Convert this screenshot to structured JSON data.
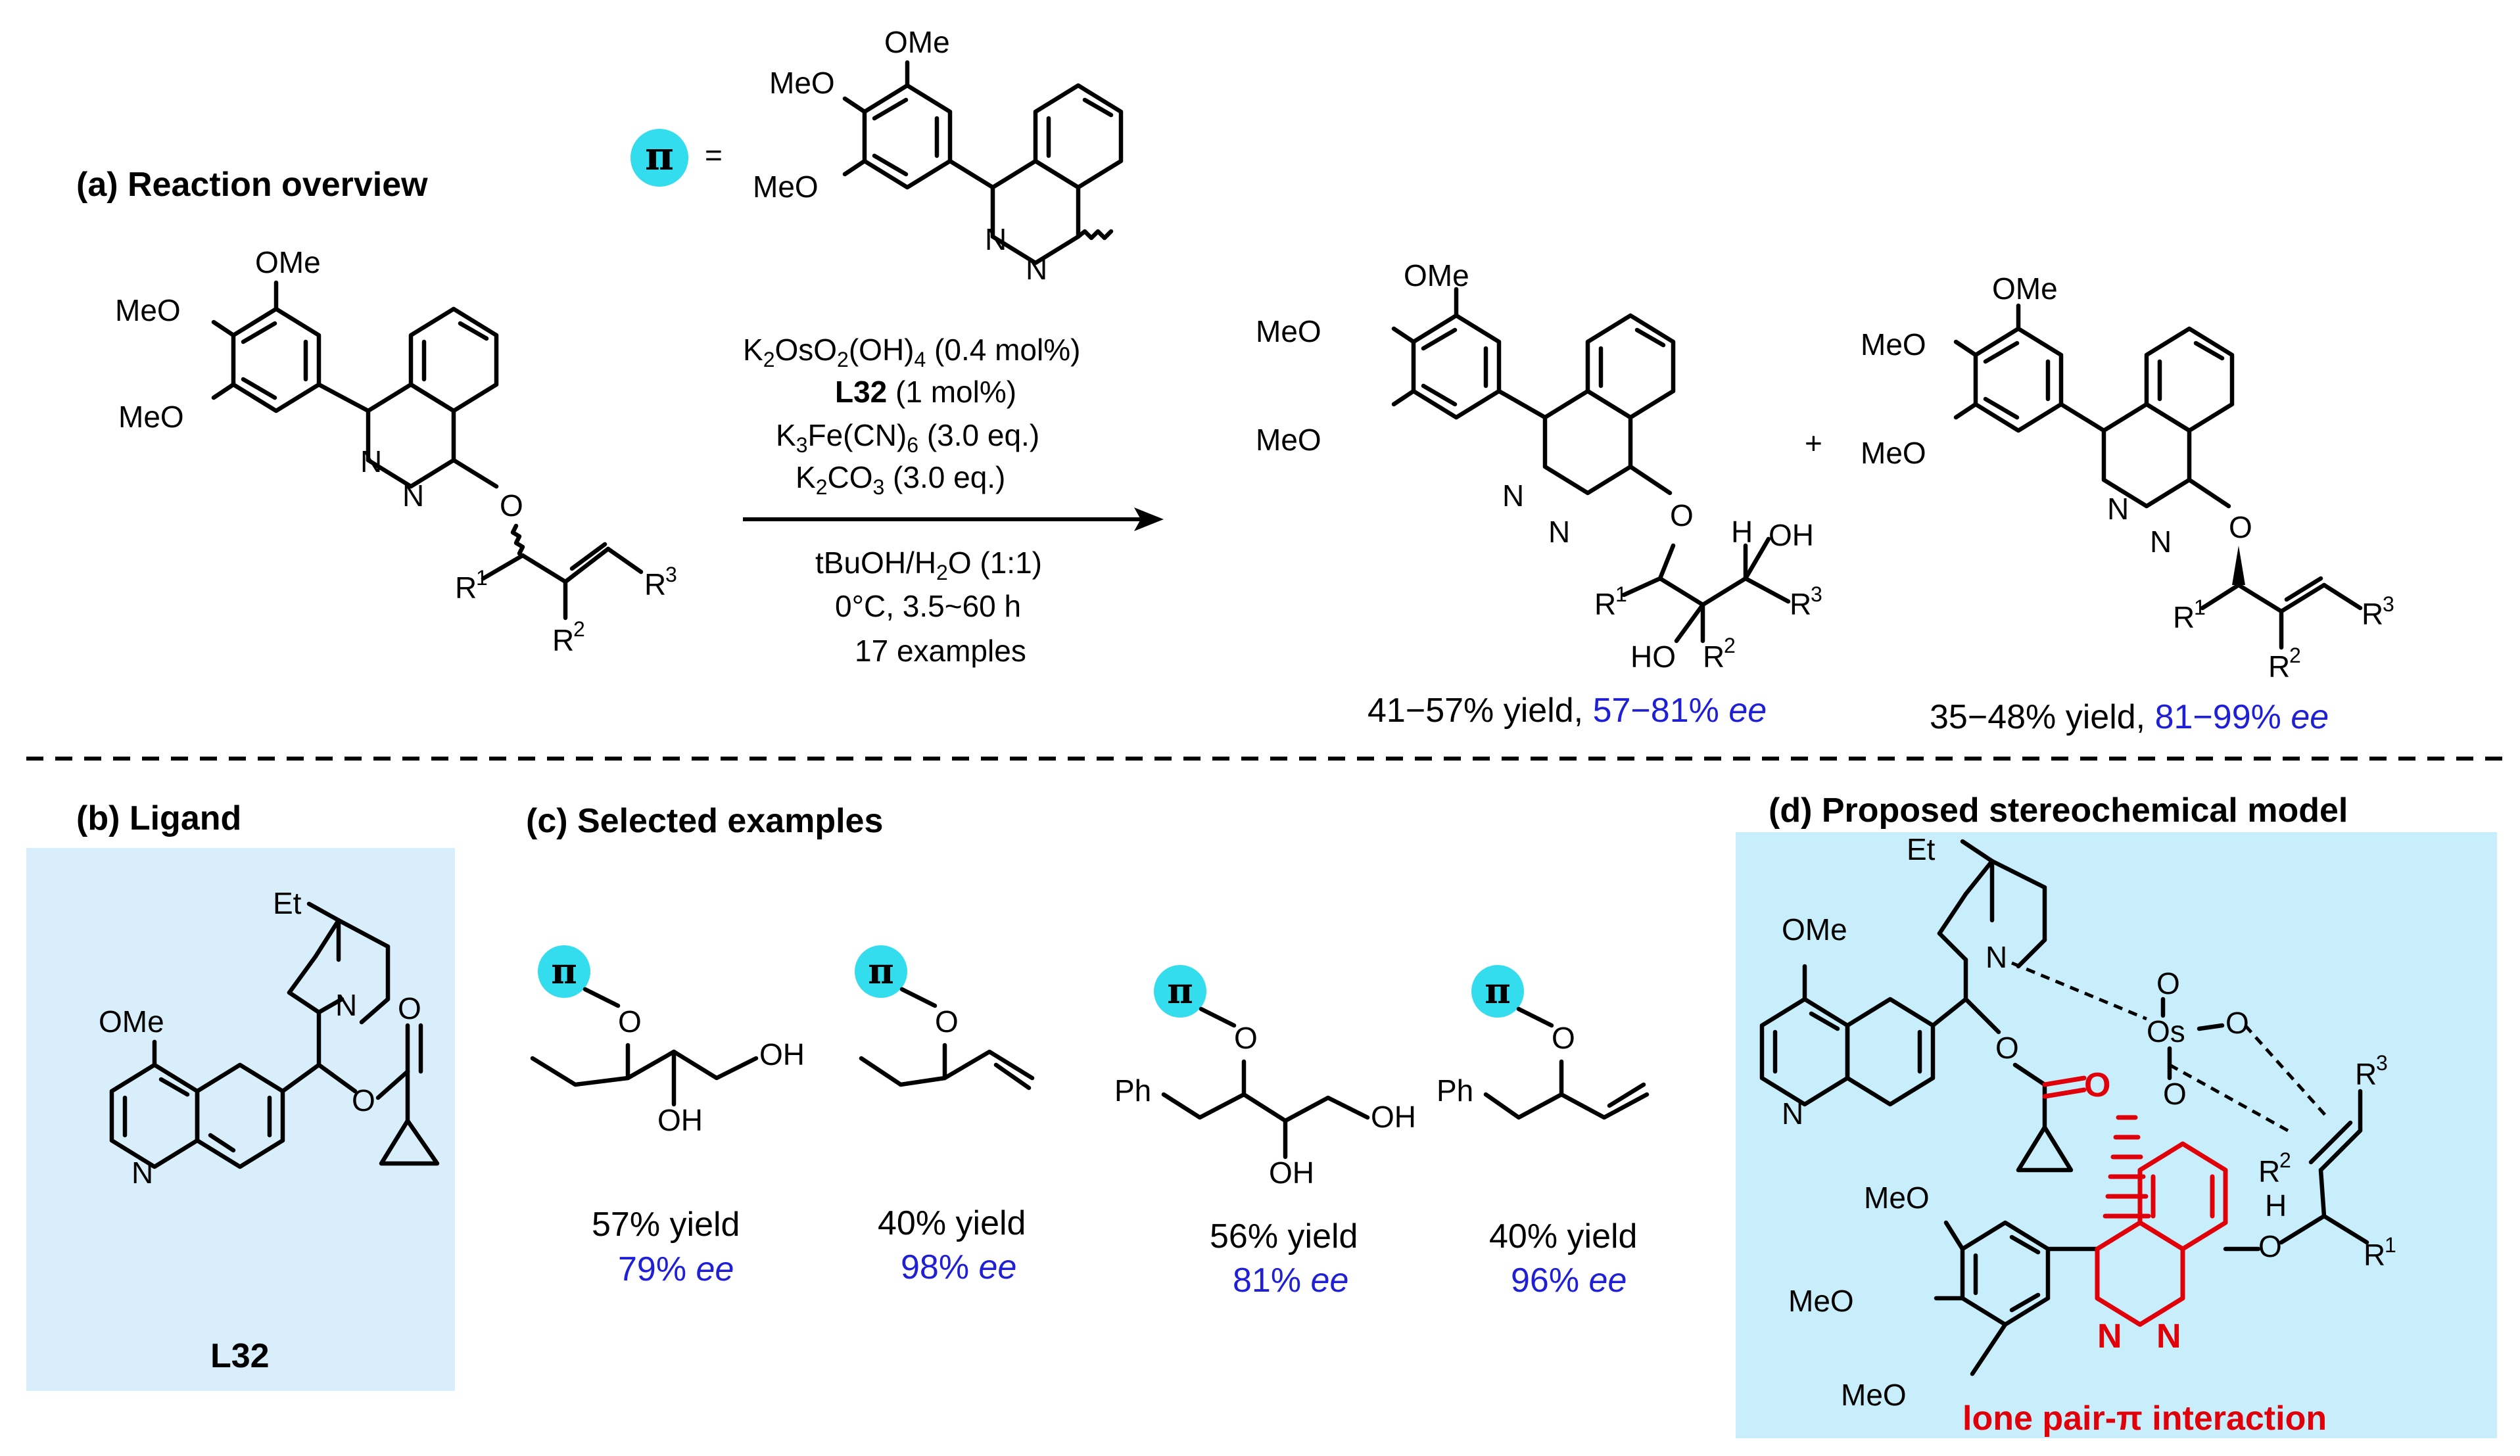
{
  "colors": {
    "panel_bg": "#d9eefb",
    "model_bg": "#c8eefb",
    "pi_circle": "#33ddee",
    "ee_blue": "#1f1fd6",
    "highlight_red": "#e0000a"
  },
  "panel_a": {
    "title": "(a) Reaction overview",
    "pi_symbol": "π",
    "equals": "=",
    "substituents": {
      "ome": "OMe",
      "meo": "MeO",
      "o": "O",
      "n": "N",
      "ho": "HO",
      "oh": "OH",
      "h": "H"
    },
    "r_labels": {
      "r1_base": "R",
      "r1_sup": "1",
      "r2_base": "R",
      "r2_sup": "2",
      "r3_base": "R",
      "r3_sup": "3"
    },
    "conditions": {
      "line1_a": "K",
      "line1_sub1": "2",
      "line1_b": "OsO",
      "line1_sub2": "2",
      "line1_c": "(OH)",
      "line1_sub3": "4",
      "line1_d": " (0.4 mol%)",
      "line2_bold": "L32",
      "line2_rest": "  (1 mol%)",
      "line3_a": "K",
      "line3_sub1": "3",
      "line3_b": "Fe(CN)",
      "line3_sub2": "6",
      "line3_c": " (3.0 eq.)",
      "line4_a": "K",
      "line4_sub1": "2",
      "line4_b": "CO",
      "line4_sub2": "3",
      "line4_c": " (3.0 eq.)",
      "line5_a": "tBuOH/H",
      "line5_sub": "2",
      "line5_b": "O (1:1)",
      "line6": "0°C, 3.5~60 h",
      "line7": "17 examples"
    },
    "plus": "+",
    "product1_yield": "41−57% yield, ",
    "product1_ee_value": "57−81% ",
    "product1_ee_unit": "ee",
    "product2_yield": "35−48% yield, ",
    "product2_ee_value": "81−99% ",
    "product2_ee_unit": "ee"
  },
  "panel_b": {
    "title": "(b) Ligand",
    "ligand_name": "L32",
    "labels": {
      "et": "Et",
      "ome": "OMe",
      "n": "N",
      "o": "O"
    }
  },
  "panel_c": {
    "title": "(c) Selected examples",
    "ph": "Ph",
    "o": "O",
    "oh": "OH",
    "examples": [
      {
        "yield": "57% yield",
        "ee_value": "79% ",
        "ee_unit": "ee"
      },
      {
        "yield": "40% yield",
        "ee_value": "98% ",
        "ee_unit": "ee"
      },
      {
        "yield": "56% yield",
        "ee_value": "81% ",
        "ee_unit": "ee"
      },
      {
        "yield": "40% yield",
        "ee_value": "96% ",
        "ee_unit": "ee"
      }
    ]
  },
  "panel_d": {
    "title": "(d) Proposed stereochemical model",
    "labels": {
      "et": "Et",
      "ome": "OMe",
      "meo": "MeO",
      "n": "N",
      "o": "O",
      "os": "Os",
      "h": "H"
    },
    "interaction_label": "lone pair-π interaction"
  }
}
